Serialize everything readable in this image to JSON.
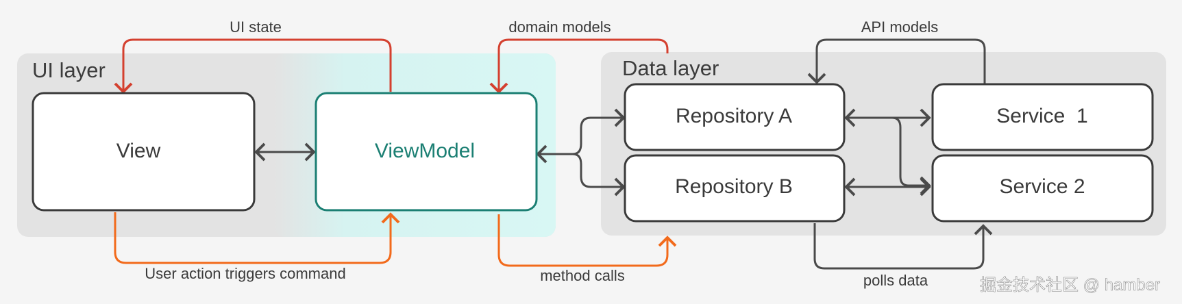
{
  "layers": {
    "ui": "UI layer",
    "data": "Data layer"
  },
  "nodes": {
    "view": "View",
    "viewmodel": "ViewModel",
    "repo_a": "Repository A",
    "repo_b": "Repository B",
    "service_1": "Service  1",
    "service_2": "Service 2"
  },
  "edges": {
    "ui_state": "UI state",
    "domain_models": "domain models",
    "api_models": "API models",
    "user_action": "User action triggers command",
    "method_calls": "method calls",
    "polls_data": "polls data"
  },
  "watermark": "掘金技术社区 @ hamber",
  "colors": {
    "viewmodel_accent": "#1b7f73",
    "state_arrow": "#d4402f",
    "command_arrow": "#f26a1b",
    "neutral_arrow": "#4a4a4a"
  }
}
